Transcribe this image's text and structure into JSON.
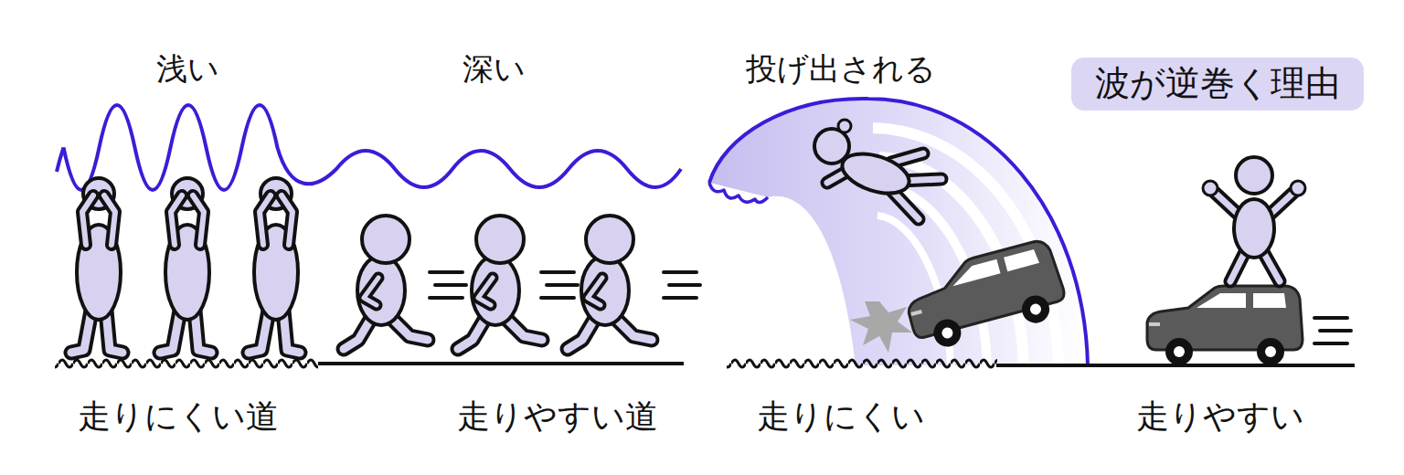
{
  "diagram": {
    "title": "波が逆巻く理由",
    "labels": [
      "浅い",
      "深い",
      "投げ出される",
      "走りにくい道",
      "走りやすい道",
      "走りにくい",
      "走りやすい"
    ]
  }
}
